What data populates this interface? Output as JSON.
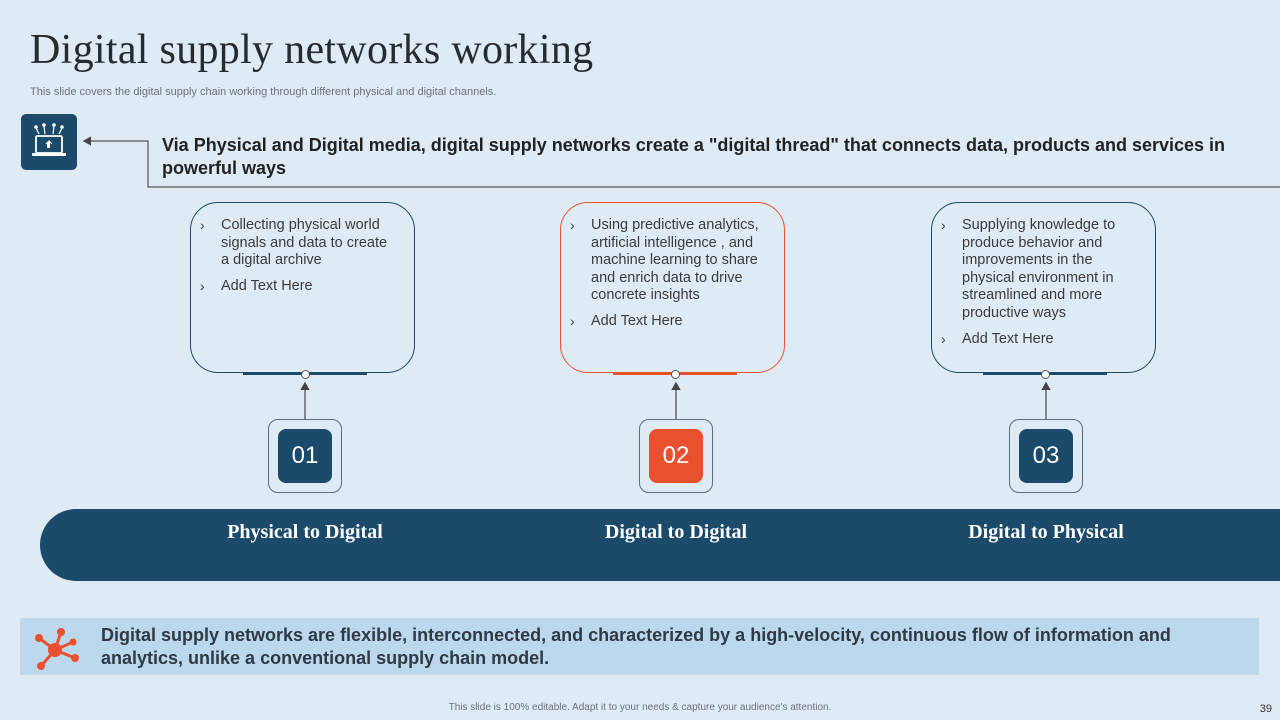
{
  "page": {
    "title": "Digital supply networks working",
    "subtitle": "This slide covers the  digital supply chain working through different physical and digital channels."
  },
  "headline": "Via Physical and Digital media, digital supply networks create a \"digital thread\" that connects data, products and services in powerful ways",
  "top_icon": "monitor-network-icon",
  "cards": [
    {
      "number": "01",
      "band_label": "Physical to Digital",
      "points": [
        "Collecting physical world signals and data to create a digital archive",
        "Add Text Here"
      ]
    },
    {
      "number": "02",
      "band_label": "Digital to Digital",
      "points": [
        "Using predictive analytics, artificial intelligence , and machine learning to share and enrich data to drive concrete insights",
        "Add Text Here"
      ]
    },
    {
      "number": "03",
      "band_label": "Digital to Physical",
      "points": [
        "Supplying knowledge to produce behavior and improvements in the physical environment in streamlined and more productive ways",
        "Add Text Here"
      ]
    }
  ],
  "footer": {
    "icon": "network-hub-icon",
    "text": "Digital supply networks are flexible, interconnected, and characterized by a high-velocity, continuous flow of information and analytics, unlike a conventional supply chain model."
  },
  "editable_note": "This slide is 100% editable. Adapt it to your needs & capture your audience's attention.",
  "page_number": "39",
  "colors": {
    "background": "#deebf5",
    "primary": "#1b4a6b",
    "accent": "#e9502d",
    "footer_box": "#bcd8ec"
  }
}
